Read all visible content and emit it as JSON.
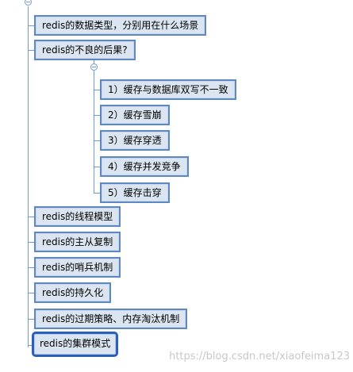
{
  "mindmap": {
    "root_children": [
      "redis的数据类型，分别用在什么场景",
      "redis的不良的后果?",
      "redis的线程模型",
      "redis的主从复制",
      "redis的哨兵机制",
      "redis的持久化",
      "redis的过期策略、内存淘汰机制",
      "redis的集群模式"
    ],
    "sub_children": [
      "1）缓存与数据库双写不一致",
      "2）缓存雪崩",
      "3）缓存穿透",
      "4）缓存并发竞争",
      "5）缓存击穿"
    ],
    "selected_index": 7
  },
  "watermark": "https://blog.csdn.net/xiaofeima123"
}
